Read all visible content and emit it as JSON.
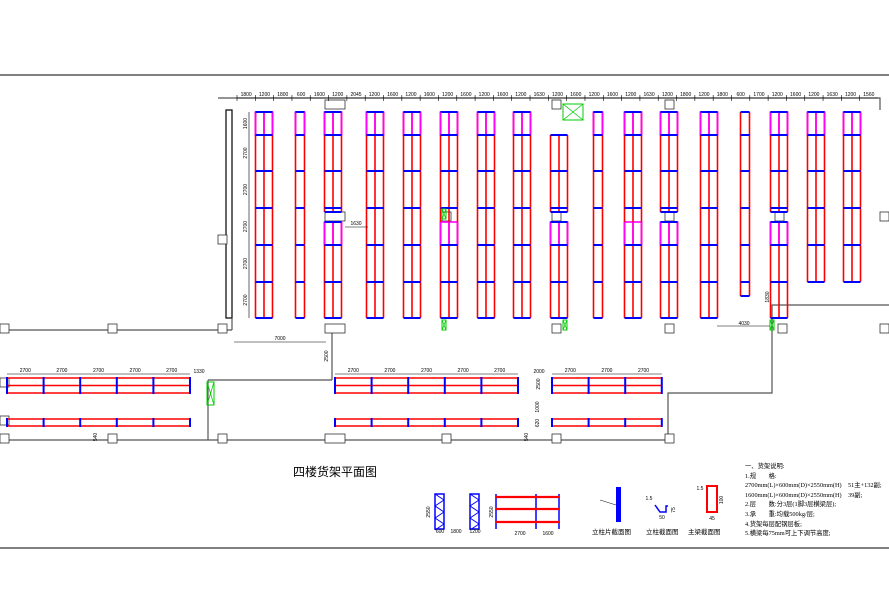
{
  "drawing": {
    "title": "四楼货架平面图",
    "colors": {
      "beam": "#ff0000",
      "upright": "#0000ff",
      "light_rack": "#ff00ff",
      "elevator": "#00cc00",
      "line": "#000000"
    },
    "top_dimensions": [
      "1800",
      "1200",
      "1800",
      "600",
      "1600",
      "1200",
      "2045",
      "1200",
      "1600",
      "1200",
      "1600",
      "1200",
      "1600",
      "1200",
      "1600",
      "1200",
      "1630",
      "1200",
      "1600",
      "1200",
      "1600",
      "1200",
      "1630",
      "1200",
      "1800",
      "1200",
      "1800",
      "600",
      "1700",
      "1200",
      "1600",
      "1200",
      "1630",
      "1200",
      "1560"
    ],
    "side_dimensions": [
      "1600",
      "2700",
      "2700",
      "2700",
      "2700",
      "2700"
    ],
    "aisle_dimensions": {
      "d1630": "1630",
      "d7000": "7000",
      "d2500": "2500",
      "d4030": "4030",
      "d1830": "1830",
      "d1330": "1330",
      "d540a": "540",
      "d540b": "540",
      "d2000": "2000",
      "d1000": "1000",
      "d620": "620",
      "d2500b": "2500"
    },
    "row_dimensions": {
      "left": [
        "2700",
        "2700",
        "2700",
        "2700",
        "2700"
      ],
      "middle": [
        "2700",
        "2700",
        "2700",
        "2700",
        "2700"
      ],
      "right": [
        "2700",
        "2700",
        "2700"
      ]
    },
    "details": {
      "frame_dims": [
        "2550",
        "600",
        "1800",
        "1200"
      ],
      "elevation_dims": [
        "2550",
        "2700",
        "1600"
      ],
      "column_profile_dims": [
        "1.5",
        "50",
        "75"
      ],
      "beam_profile_dims": [
        "1.5",
        "100",
        "45"
      ],
      "captions": [
        "立柱片截面图",
        "立柱截面图",
        "主梁截面图"
      ]
    },
    "notes": [
      "一、货架说明:",
      "1.规　　格:",
      "2700mm(L)×600mm(D)×2550mm(H)　51主+132副;",
      "1600mm(L)×600mm(D)×2550mm(H)　39副;",
      "2.层　　数:分3层(1脚3层横梁层);",
      "3.承　　重:均载500kg/层;",
      "4.货架每层配钢层板;",
      "5.横梁每75mm可上下调节高度;"
    ]
  }
}
